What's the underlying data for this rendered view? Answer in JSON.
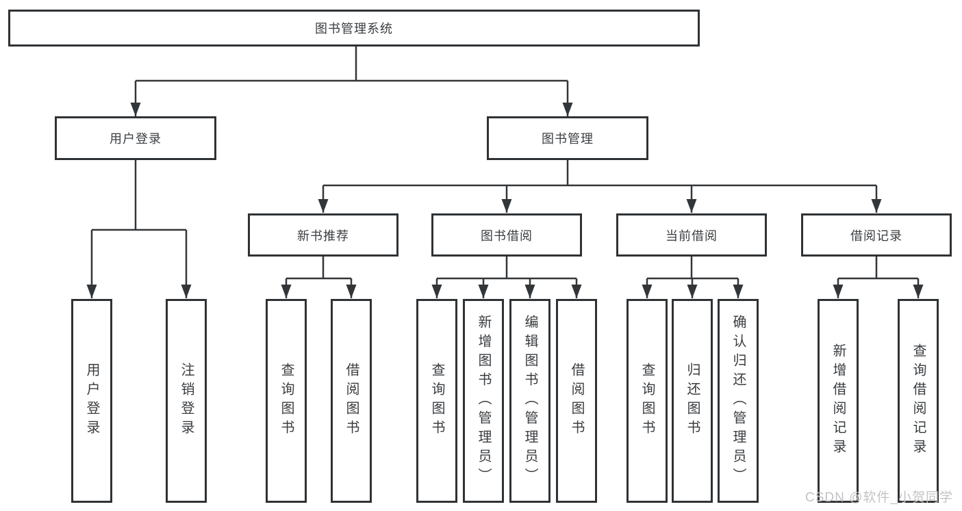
{
  "diagram": {
    "tree": {
      "label": "图书管理系统",
      "children": [
        {
          "label": "用户登录",
          "children": [
            {
              "label": "用户登录"
            },
            {
              "label": "注销登录"
            }
          ]
        },
        {
          "label": "图书管理",
          "children": [
            {
              "label": "新书推荐",
              "children": [
                {
                  "label": "查询图书"
                },
                {
                  "label": "借阅图书"
                }
              ]
            },
            {
              "label": "图书借阅",
              "children": [
                {
                  "label": "查询图书"
                },
                {
                  "label": "新增图书（管理员）"
                },
                {
                  "label": "编辑图书（管理员）"
                },
                {
                  "label": "借阅图书"
                }
              ]
            },
            {
              "label": "当前借阅",
              "children": [
                {
                  "label": "查询图书"
                },
                {
                  "label": "归还图书"
                },
                {
                  "label": "确认归还（管理员）"
                }
              ]
            },
            {
              "label": "借阅记录",
              "children": [
                {
                  "label": "新增借阅记录"
                },
                {
                  "label": "查询借阅记录"
                }
              ]
            }
          ]
        }
      ]
    },
    "colors": {
      "line": "#333639",
      "border": "#2f3235",
      "text": "#3a3d40",
      "background": "#ffffff",
      "watermark_text": "#c3c3c3"
    }
  },
  "watermark": {
    "text": "CSDN @软件_小贺同学"
  }
}
